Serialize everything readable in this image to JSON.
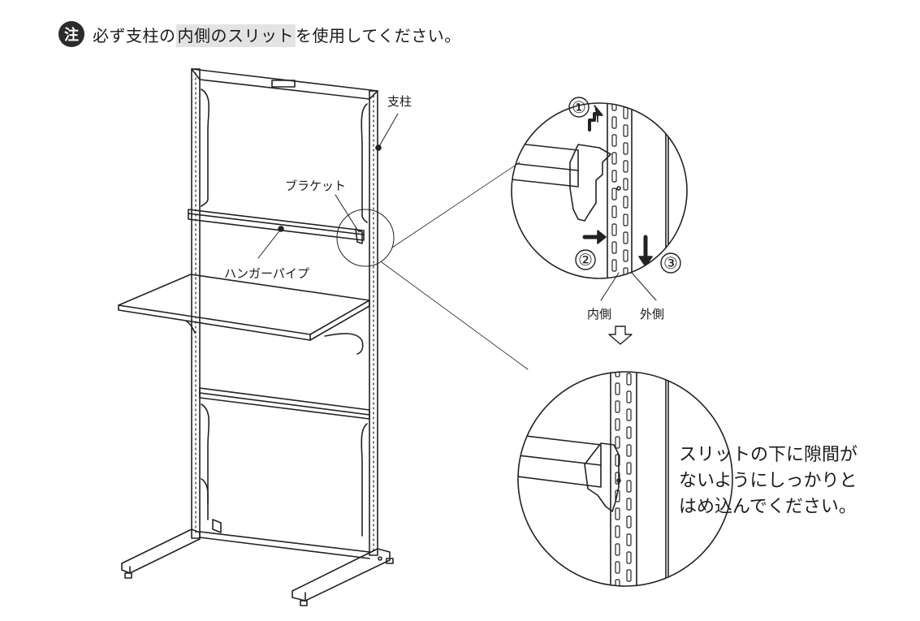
{
  "note": {
    "badge": "注",
    "text_before": "必ず支柱の",
    "text_highlight": "内側のスリット",
    "text_after": "を使用してください。"
  },
  "labels": {
    "post": "支柱",
    "bracket": "ブラケット",
    "hanger_pipe": "ハンガーパイプ",
    "inner": "内側",
    "outer": "外側"
  },
  "steps": [
    "①",
    "②",
    "③"
  ],
  "instruction_lines": [
    "スリットの下に隙間が",
    "ないようにしっかりと",
    "はめ込んでください。"
  ],
  "icons": {
    "down_arrow": "down-hollow-arrow-icon",
    "up_arrow": "up-arrow-icon",
    "right_arrow": "right-arrow-icon"
  },
  "colors": {
    "line": "#222222",
    "badge": "#2b2b2b",
    "highlight": "#e3e3e3"
  }
}
